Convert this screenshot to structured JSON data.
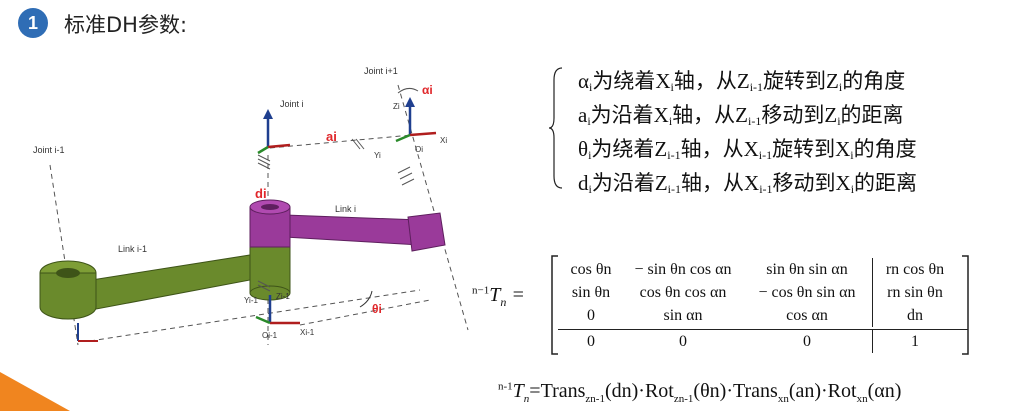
{
  "header": {
    "badge_number": "1",
    "title": "标准DH参数:"
  },
  "diagram": {
    "labels": {
      "joint_i_minus_1": "Joint i-1",
      "joint_i": "Joint i",
      "joint_i_plus_1": "Joint i+1",
      "link_i_minus_1": "Link i-1",
      "link_i": "Link i",
      "ai": "ai",
      "di": "di",
      "alpha_i": "αi",
      "theta_i": "θi",
      "zi": "Zi",
      "xi": "Xi",
      "yi": "Yi",
      "oi": "Oi",
      "zi_minus_1": "Zi-1",
      "xi_minus_1": "Xi-1",
      "yi_minus_1": "Yi-1",
      "oi_minus_1": "Oi-1"
    },
    "colors": {
      "link_green": "#6a8a2c",
      "link_purple": "#9a3a9a",
      "red_label": "#e0262a",
      "axis_blue": "#1f3f8f",
      "axis_red": "#b01e1e",
      "axis_green": "#2a8a2a"
    }
  },
  "definitions": [
    {
      "sym": "α",
      "sub": "i",
      "t1": "为绕着X",
      "s1": "i",
      "t2": "轴，从Z",
      "s2": "i-1",
      "t3": "旋转到Z",
      "s3": "i",
      "t4": "的角度"
    },
    {
      "sym": "a",
      "sub": "i",
      "t1": "为沿着X",
      "s1": "i",
      "t2": "轴，从Z",
      "s2": "i-1",
      "t3": "移动到Z",
      "s3": "i",
      "t4": "的距离"
    },
    {
      "sym": "θ",
      "sub": "i",
      "t1": "为绕着Z",
      "s1": "i-1",
      "t2": "轴，从X",
      "s2": "i-1",
      "t3": "旋转到X",
      "s3": "i",
      "t4": "的角度"
    },
    {
      "sym": "d",
      "sub": "i",
      "t1": "为沿着Z",
      "s1": "i-1",
      "t2": "轴，从X",
      "s2": "i-1",
      "t3": "移动到X",
      "s3": "i",
      "t4": "的距离"
    }
  ],
  "matrix": {
    "lhs": {
      "sup": "n−1",
      "base": "T",
      "sub": "n",
      "eq": "="
    },
    "rows": [
      [
        "cos θn",
        "− sin θn cos αn",
        "sin θn sin αn",
        "rn cos θn"
      ],
      [
        "sin θn",
        "cos θn cos αn",
        "− cos θn sin αn",
        "rn sin θn"
      ],
      [
        "0",
        "sin αn",
        "cos αn",
        "dn"
      ],
      [
        "0",
        "0",
        "0",
        "1"
      ]
    ]
  },
  "formula": {
    "sup": "n-1",
    "T": "T",
    "n": "n",
    "eq": "=Trans",
    "z1": "zn-1",
    "dn": "(dn)",
    "dot1": "·Rot",
    "z2": "zn-1",
    "theta": "(θn)",
    "dot2": "·Trans",
    "x1": "xn",
    "an": "(an)",
    "dot3": "·Rot",
    "x2": "xn",
    "alpha": "(αn)"
  }
}
